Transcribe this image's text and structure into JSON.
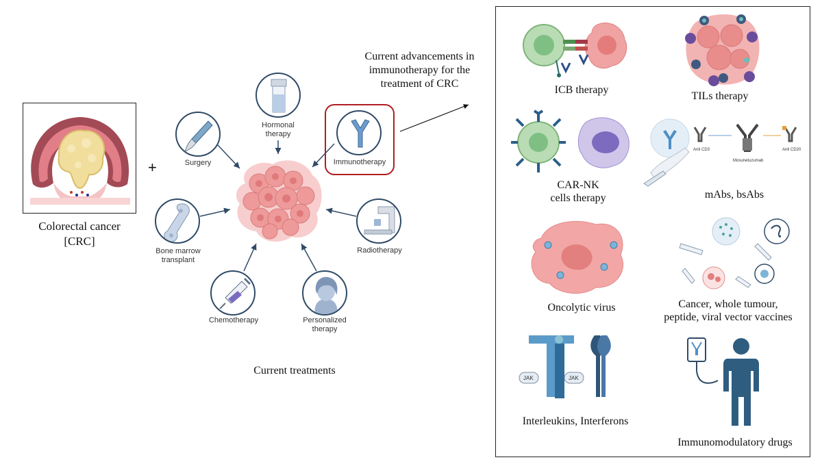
{
  "crc": {
    "label_line1": "Colorectal cancer",
    "label_line2": "[CRC]"
  },
  "plus": "+",
  "treatments": {
    "caption": "Current treatments",
    "hormonal_line1": "Hormonal",
    "hormonal_line2": "therapy",
    "surgery": "Surgery",
    "immunotherapy": "Immunotherapy",
    "bone_line1": "Bone marrow",
    "bone_line2": "transplant",
    "radiotherapy": "Radiotherapy",
    "chemotherapy": "Chemotherapy",
    "personalized_line1": "Personalized",
    "personalized_line2": "therapy"
  },
  "advances_title": {
    "line1": "Current advancements in",
    "line2": "immunotherapy for the",
    "line3": "treatment of CRC"
  },
  "advances": {
    "icb": "ICB therapy",
    "tils": "TILs therapy",
    "carnk_line1": "CAR-NK",
    "carnk_line2": "cells therapy",
    "mabs": "mAbs, bsAbs",
    "mabs_anti_cd3": "Anti CD3",
    "mabs_mosunetuzumab": "Mosunetuzumab",
    "mabs_anti_cd20": "Anti CD20",
    "oncolytic": "Oncolytic virus",
    "vaccines_line1": "Cancer, whole tumour,",
    "vaccines_line2": "peptide, viral vector vaccines",
    "interleukins": "Interleukins, Interferons",
    "jak_left": "JAK",
    "jak_right": "JAK",
    "immunomodulatory": "Immunomodulatory drugs"
  },
  "colors": {
    "outline": "#2f4a66",
    "highlight": "#b01d22",
    "tumor": "#e88c8c",
    "antibody": "#6b9bd1"
  },
  "icons": [
    "colon-tumor-icon",
    "tumor-cluster-icon",
    "scalpel-icon",
    "test-tube-icon",
    "antibody-icon",
    "bone-icon",
    "radiotherapy-machine-icon",
    "syringe-icon",
    "person-face-icon",
    "t-cell-icon",
    "cancer-cell-icon",
    "nk-cell-icon",
    "bispecific-antibody-icon",
    "virus-icon",
    "vaccine-icon",
    "receptor-icon",
    "iv-drip-icon",
    "person-icon"
  ]
}
